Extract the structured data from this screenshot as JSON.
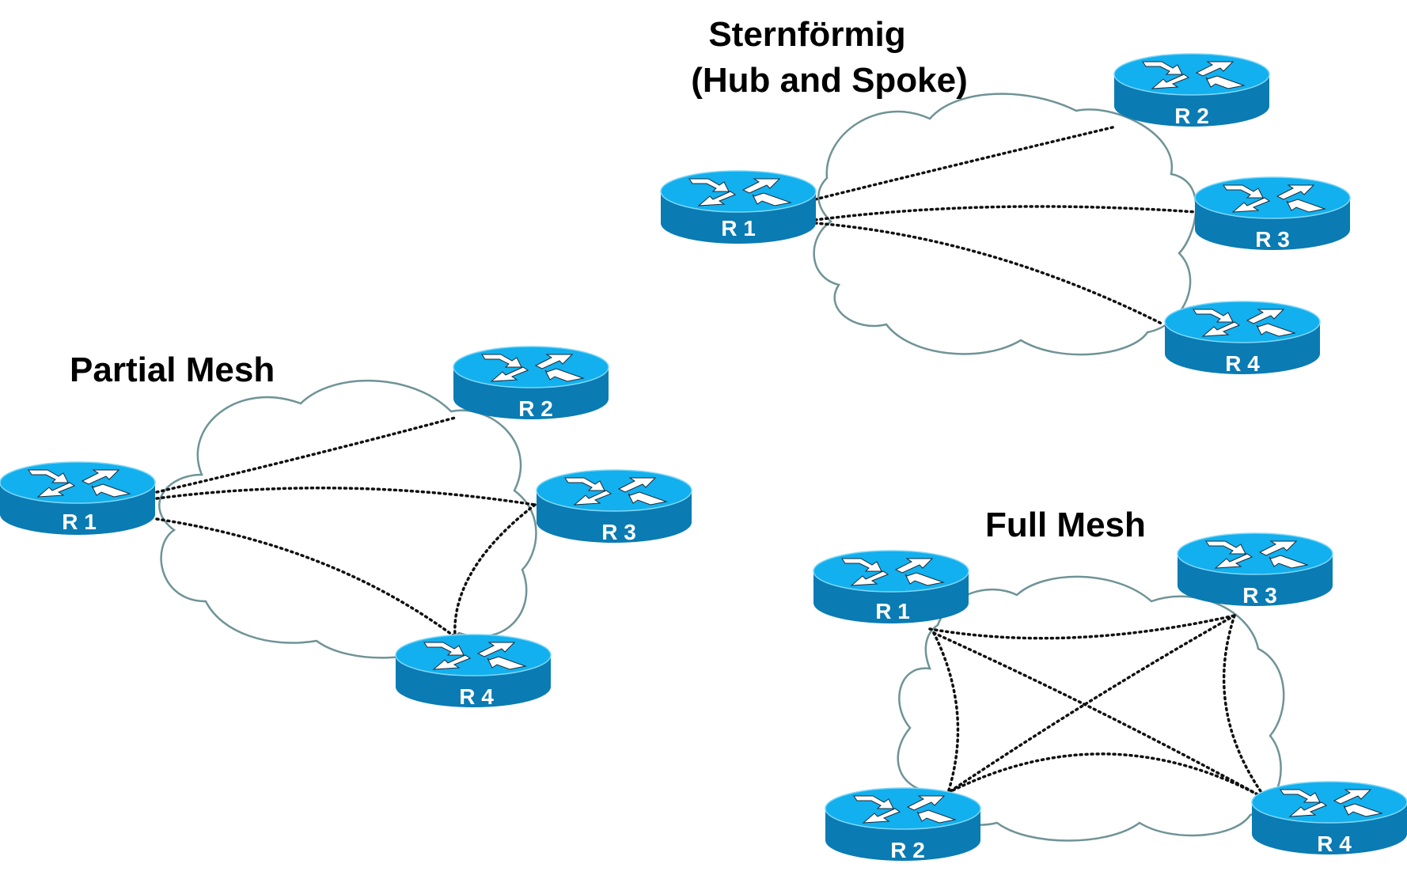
{
  "diagrams": {
    "hub_spoke": {
      "title_line1": "Sternförmig",
      "title_line2": "(Hub and Spoke)",
      "routers": [
        "R 1",
        "R 2",
        "R 3",
        "R 4"
      ],
      "links": [
        [
          "R 1",
          "R 2"
        ],
        [
          "R 1",
          "R 3"
        ],
        [
          "R 1",
          "R 4"
        ]
      ]
    },
    "partial_mesh": {
      "title": "Partial Mesh",
      "routers": [
        "R 1",
        "R 2",
        "R 3",
        "R 4"
      ],
      "links": [
        [
          "R 1",
          "R 2"
        ],
        [
          "R 1",
          "R 3"
        ],
        [
          "R 1",
          "R 4"
        ],
        [
          "R 3",
          "R 4"
        ]
      ]
    },
    "full_mesh": {
      "title": "Full Mesh",
      "routers": [
        "R 1",
        "R 3",
        "R 2",
        "R 4"
      ],
      "links": [
        [
          "R 1",
          "R 3"
        ],
        [
          "R 1",
          "R 2"
        ],
        [
          "R 1",
          "R 4"
        ],
        [
          "R 3",
          "R 2"
        ],
        [
          "R 3",
          "R 4"
        ],
        [
          "R 2",
          "R 4"
        ]
      ]
    }
  },
  "colors": {
    "router_top": "#0aa8e6",
    "router_side": "#0a7bb3",
    "cloud_stroke": "#6f9396",
    "link": "#111111"
  }
}
